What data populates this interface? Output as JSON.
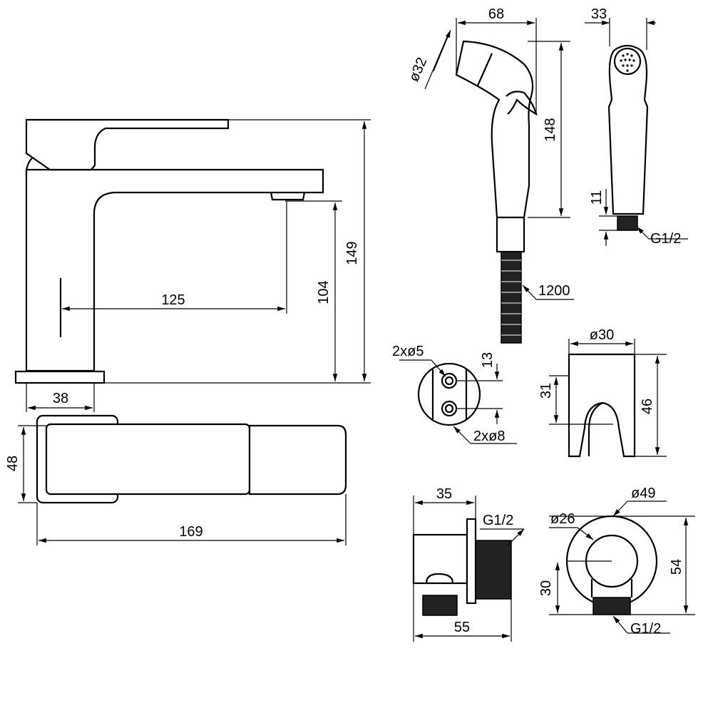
{
  "faucet": {
    "height": "149",
    "spout_height": "104",
    "reach": "125",
    "base_width": "38",
    "top_width": "48",
    "length": "169"
  },
  "hand_shower": {
    "width": "68",
    "diameter": "ø32",
    "height": "148",
    "hose": "1200"
  },
  "hand_shower_side": {
    "width": "33",
    "thread_length": "11",
    "thread": "G1/2"
  },
  "bracket_mount": {
    "holes_small": "2xø5",
    "hole_spacing": "13",
    "holes_large": "2xø8"
  },
  "holder": {
    "diameter": "ø30",
    "inner_height": "31",
    "height": "46"
  },
  "wall_outlet_side": {
    "depth": "35",
    "thread": "G1/2",
    "total_depth": "55"
  },
  "wall_outlet_front": {
    "inner_diameter": "ø26",
    "outer_diameter": "ø49",
    "outlet_height": "30",
    "height": "54",
    "thread": "G1/2"
  }
}
